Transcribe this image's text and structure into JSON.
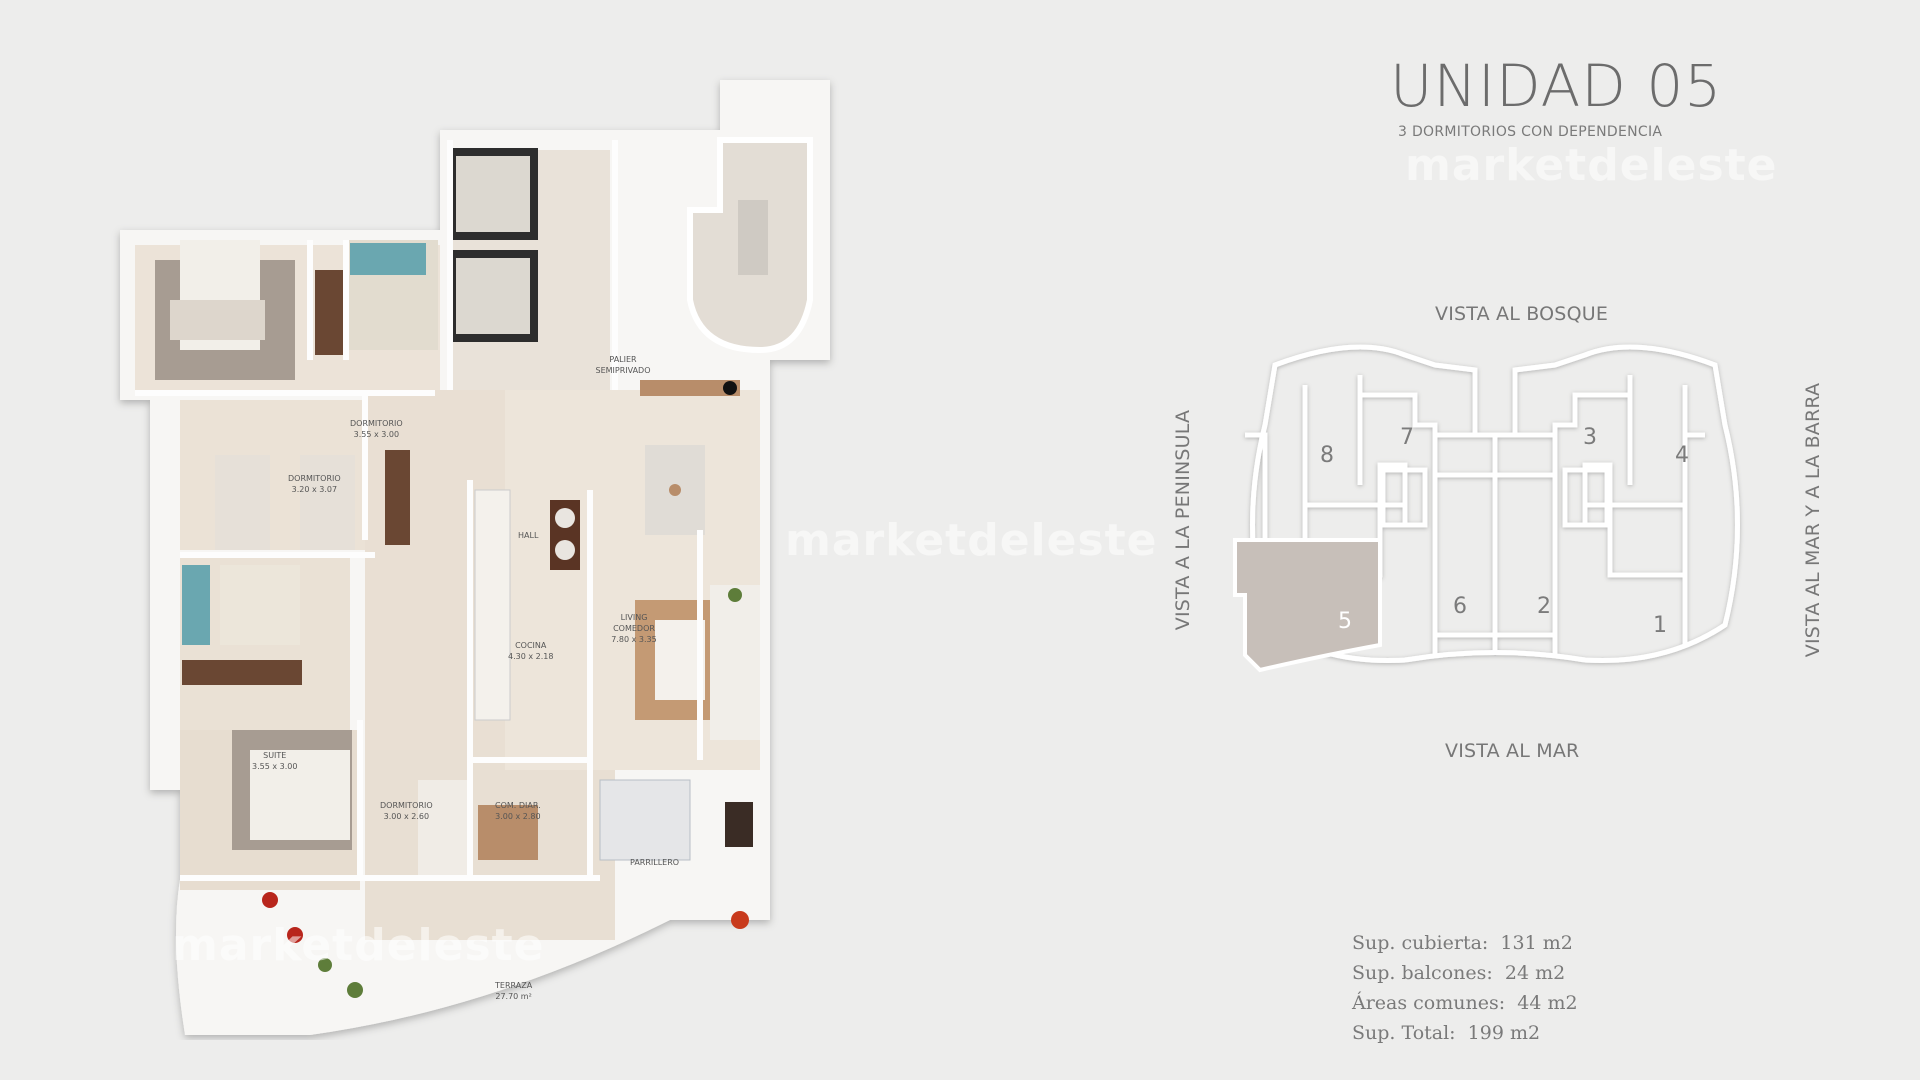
{
  "header": {
    "title": "UNIDAD 05",
    "subtitle": "3 DORMITORIOS CON DEPENDENCIA"
  },
  "watermarks": [
    "marketdeleste",
    "marketdeleste",
    "marketdeleste"
  ],
  "floor_plan": {
    "rooms": [
      {
        "name": "DORMITORIO",
        "dims": "3.55 x 3.00"
      },
      {
        "name": "DORMITORIO",
        "dims": "3.20 x 3.07"
      },
      {
        "name": "SUITE",
        "dims": "3.55 x 3.00"
      },
      {
        "name": "DORMITORIO",
        "dims": "3.00 x 2.60"
      },
      {
        "name": "COM. DIAR.",
        "dims": "3.00 x 2.80"
      },
      {
        "name": "COCINA",
        "dims": "4.30 x 2.18"
      },
      {
        "name": "LIVING COMEDOR",
        "dims": "7.80 x 3.35"
      },
      {
        "name": "HALL",
        "dims": ""
      },
      {
        "name": "PALIER SEMIPRIVADO",
        "dims": ""
      },
      {
        "name": "PARRILLERO",
        "dims": ""
      },
      {
        "name": "TERRAZA",
        "dims": "27.70 m²"
      }
    ]
  },
  "key_plan": {
    "views": {
      "top": "VISTA AL BOSQUE",
      "bottom": "VISTA AL MAR",
      "left": "VISTA A LA PENINSULA",
      "right": "VISTA AL MAR Y A LA BARRA"
    },
    "units": [
      {
        "number": "1"
      },
      {
        "number": "2"
      },
      {
        "number": "3"
      },
      {
        "number": "4"
      },
      {
        "number": "5",
        "highlighted": true
      },
      {
        "number": "6"
      },
      {
        "number": "7"
      },
      {
        "number": "8"
      }
    ],
    "highlight_color": "#c7bfb9"
  },
  "specs": [
    {
      "label": "Sup. cubierta:",
      "value": "131 m2"
    },
    {
      "label": "Sup. balcones:",
      "value": "24 m2"
    },
    {
      "label": "Áreas comunes:",
      "value": "44 m2"
    },
    {
      "label": "Sup. Total:",
      "value": "199 m2"
    }
  ]
}
